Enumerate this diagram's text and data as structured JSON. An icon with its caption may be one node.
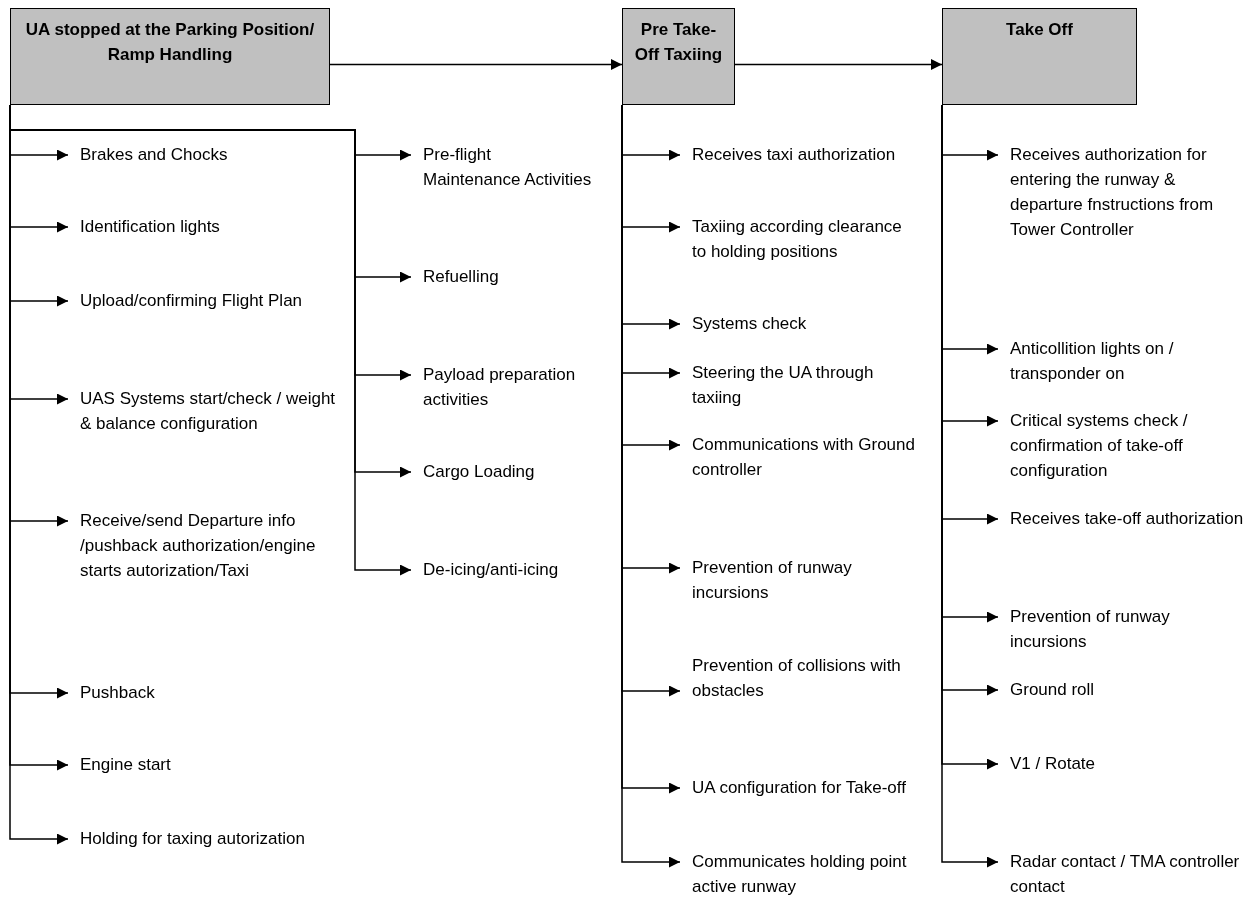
{
  "diagram": {
    "nodes": [
      {
        "text": [
          "UA stopped at the Parking Position/ Ramp Handling"
        ]
      },
      {
        "text": [
          "Pre Take-Off Taxiing"
        ]
      },
      {
        "text": [
          "Take Off"
        ]
      },
      {
        "text": [
          "Brakes and Chocks"
        ]
      },
      {
        "text": [
          "Identification lights"
        ]
      },
      {
        "text": [
          "Upload/confirming Flight Plan"
        ]
      },
      {
        "text": [
          "UAS Systems start/check / weight & balance configuration"
        ]
      },
      {
        "text": [
          "Receive/send Departure info /pushback authorization/engine starts autorization/Taxi"
        ]
      },
      {
        "text": [
          "Pushback"
        ]
      },
      {
        "text": [
          "Engine start"
        ]
      },
      {
        "text": [
          "Holding for taxing autorization"
        ]
      },
      {
        "text": [
          "Pre-flight Maintenance Activities"
        ]
      },
      {
        "text": [
          "Refuelling"
        ]
      },
      {
        "text": [
          "Payload preparation activities"
        ]
      },
      {
        "text": [
          "Cargo Loading"
        ]
      },
      {
        "text": [
          "De-icing/anti-icing"
        ]
      },
      {
        "text": [
          "Receives taxi authorization"
        ]
      },
      {
        "text": [
          "Taxiing according clearance to holding positions"
        ]
      },
      {
        "text": [
          "Systems check"
        ]
      },
      {
        "text": [
          "Steering the UA through taxiing"
        ]
      },
      {
        "text": [
          "Communications with Ground controller"
        ]
      },
      {
        "text": [
          "Prevention of runway incursions"
        ]
      },
      {
        "text": [
          "Prevention of collisions with obstacles"
        ]
      },
      {
        "text": [
          "UA configuration for Take-off"
        ]
      },
      {
        "text": [
          "Communicates holding point active runway"
        ]
      },
      {
        "text": [
          "Receives authorization for entering the runway &  departure fnstructions from Tower Controller"
        ]
      },
      {
        "text": [
          "Anticollition lights on / transponder on"
        ]
      },
      {
        "text": [
          "Critical systems check / confirmation of take-off configuration"
        ]
      },
      {
        "text": [
          "Receives take-off authorization"
        ]
      },
      {
        "text": [
          "Prevention of runway incursions"
        ]
      },
      {
        "text": [
          "Ground roll"
        ]
      },
      {
        "text": [
          "V1 / Rotate"
        ]
      },
      {
        "text": [
          "Radar contact / TMA controller contact"
        ]
      }
    ],
    "edges": [
      {
        "from": 0,
        "to": 1,
        "arrow": "to"
      },
      {
        "from": 1,
        "to": 2,
        "arrow": "to"
      },
      {
        "from": 0,
        "to": 3,
        "arrow": "to"
      },
      {
        "from": 0,
        "to": 4,
        "arrow": "to"
      },
      {
        "from": 0,
        "to": 5,
        "arrow": "to"
      },
      {
        "from": 0,
        "to": 6,
        "arrow": "to"
      },
      {
        "from": 0,
        "to": 7,
        "arrow": "to"
      },
      {
        "from": 0,
        "to": 8,
        "arrow": "to"
      },
      {
        "from": 0,
        "to": 9,
        "arrow": "to"
      },
      {
        "from": 0,
        "to": 10,
        "arrow": "to"
      },
      {
        "from": 0,
        "to": 11,
        "arrow": "to"
      },
      {
        "from": 0,
        "to": 12,
        "arrow": "to"
      },
      {
        "from": 0,
        "to": 13,
        "arrow": "to"
      },
      {
        "from": 0,
        "to": 14,
        "arrow": "to"
      },
      {
        "from": 0,
        "to": 15,
        "arrow": "to"
      },
      {
        "from": 1,
        "to": 16,
        "arrow": "to"
      },
      {
        "from": 1,
        "to": 17,
        "arrow": "to"
      },
      {
        "from": 1,
        "to": 18,
        "arrow": "to"
      },
      {
        "from": 1,
        "to": 19,
        "arrow": "to"
      },
      {
        "from": 1,
        "to": 20,
        "arrow": "to"
      },
      {
        "from": 1,
        "to": 21,
        "arrow": "to"
      },
      {
        "from": 1,
        "to": 22,
        "arrow": "to"
      },
      {
        "from": 1,
        "to": 23,
        "arrow": "to"
      },
      {
        "from": 1,
        "to": 24,
        "arrow": "to"
      },
      {
        "from": 2,
        "to": 25,
        "arrow": "to"
      },
      {
        "from": 2,
        "to": 26,
        "arrow": "to"
      },
      {
        "from": 2,
        "to": 27,
        "arrow": "to"
      },
      {
        "from": 2,
        "to": 28,
        "arrow": "to"
      },
      {
        "from": 2,
        "to": 29,
        "arrow": "to"
      },
      {
        "from": 2,
        "to": 30,
        "arrow": "to"
      },
      {
        "from": 2,
        "to": 31,
        "arrow": "to"
      },
      {
        "from": 2,
        "to": 32,
        "arrow": "to"
      }
    ]
  }
}
